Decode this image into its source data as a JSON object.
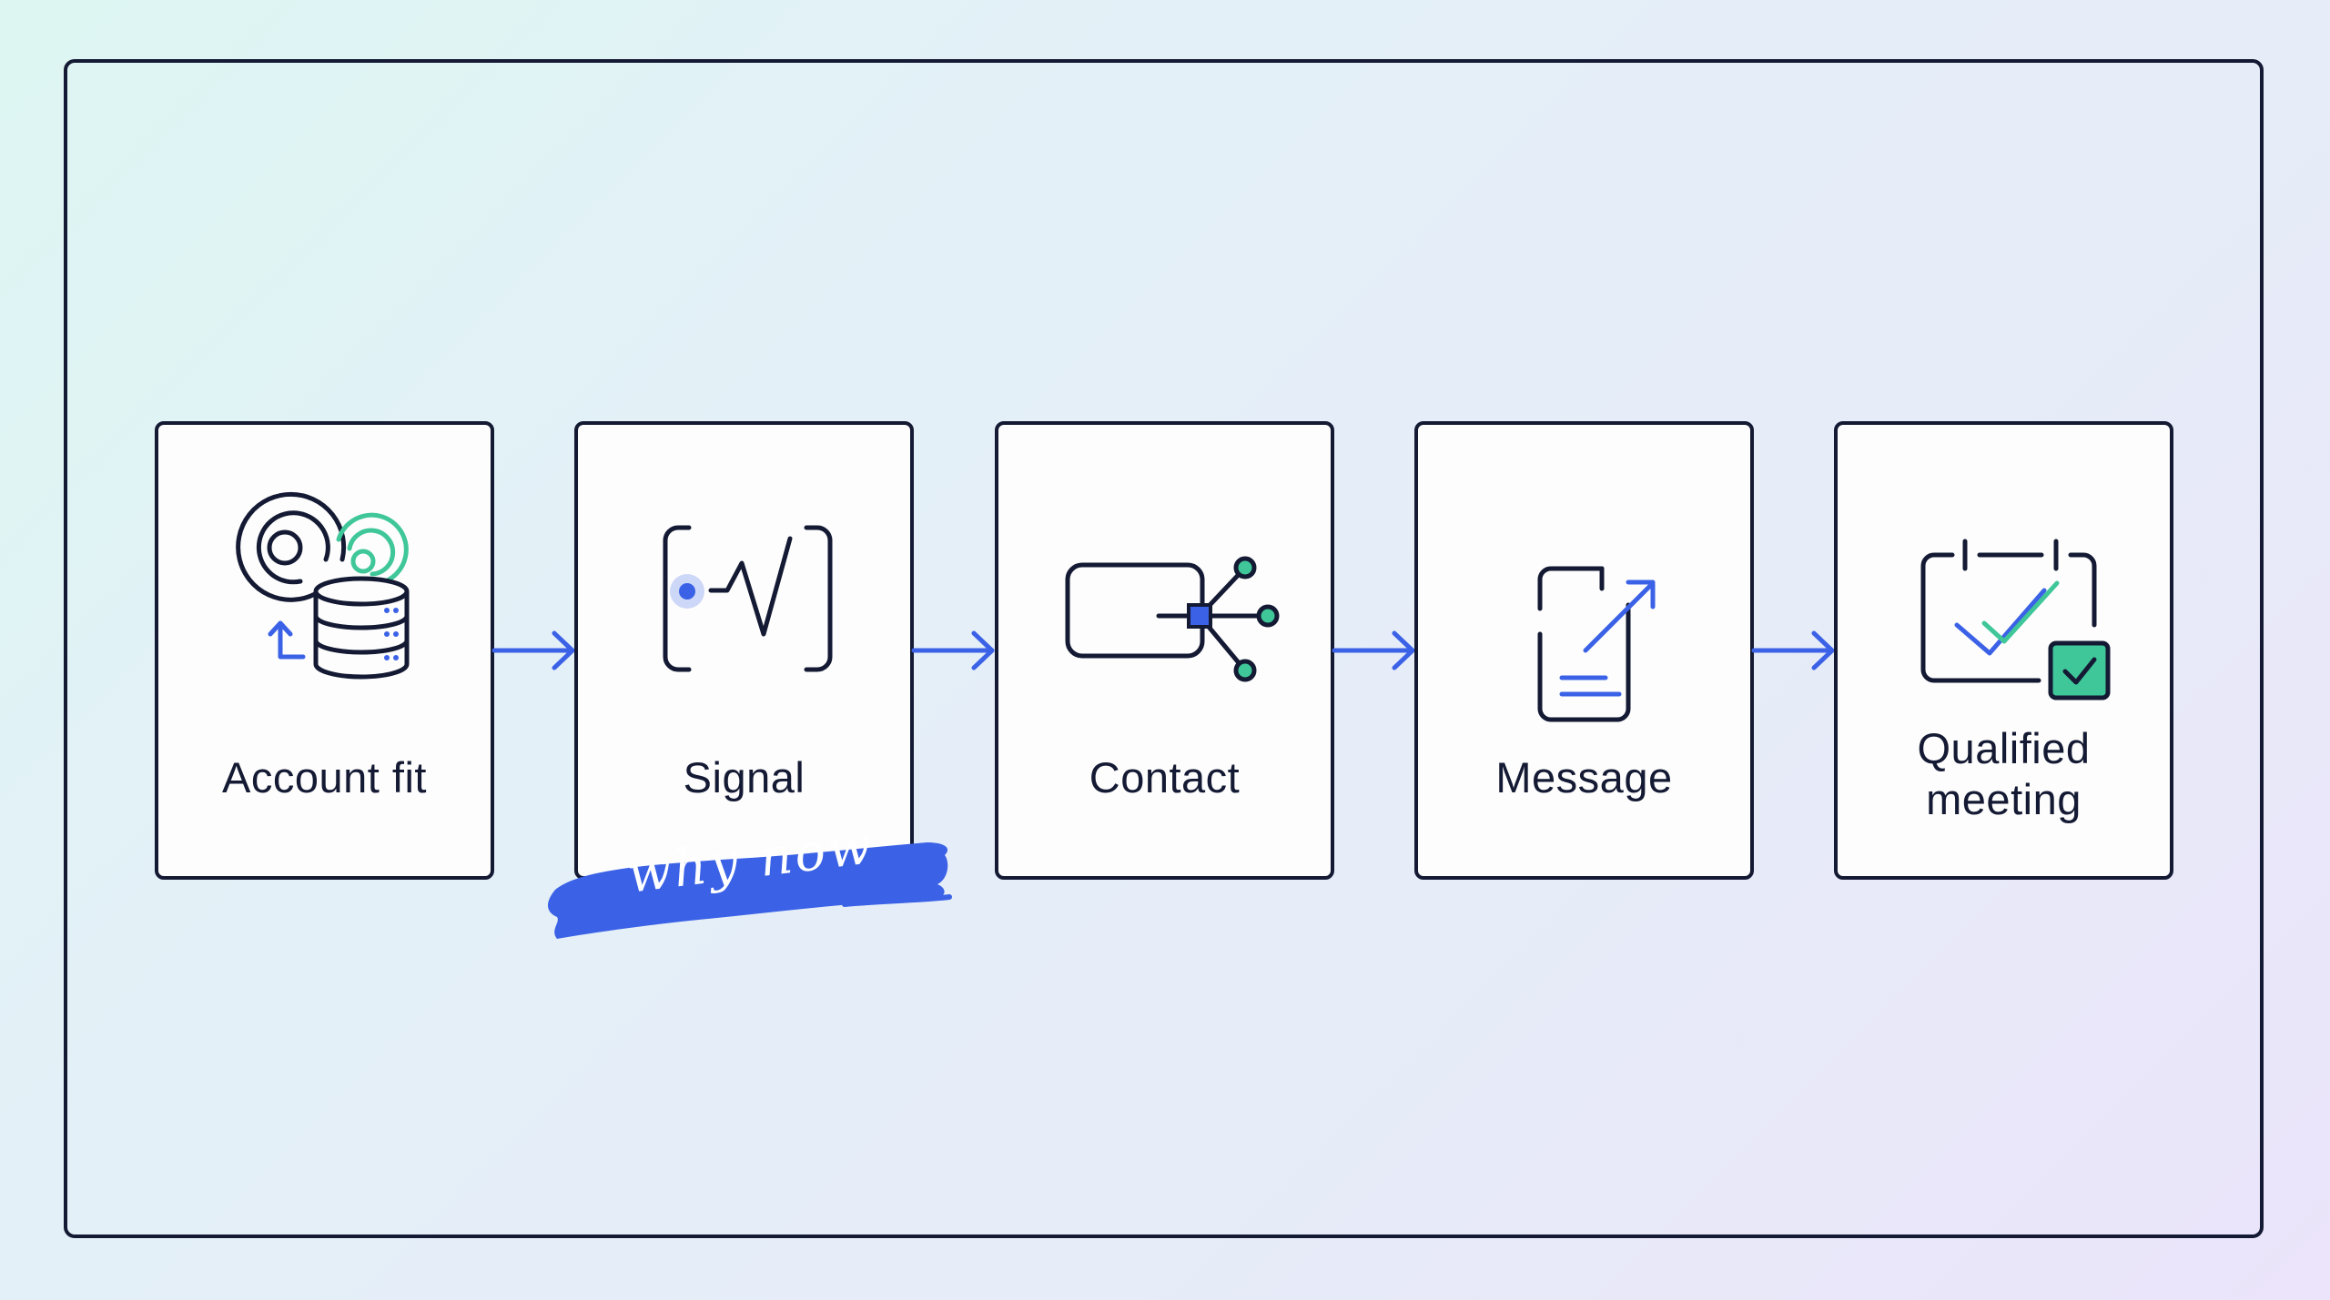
{
  "steps": [
    {
      "label": "Account fit",
      "icon": "target-database-icon"
    },
    {
      "label": "Signal",
      "icon": "signal-pulse-icon"
    },
    {
      "label": "Contact",
      "icon": "contact-network-icon"
    },
    {
      "label": "Message",
      "icon": "document-send-icon"
    },
    {
      "label": "Qualified meeting",
      "icon": "calendar-check-icon"
    }
  ],
  "annotation": {
    "text": "why now",
    "attached_to": "Signal",
    "color": "#3b62e6"
  },
  "colors": {
    "ink": "#141a33",
    "accent_blue": "#3b62e6",
    "accent_green": "#3fc79a",
    "card_background": "#fdfdfd"
  }
}
